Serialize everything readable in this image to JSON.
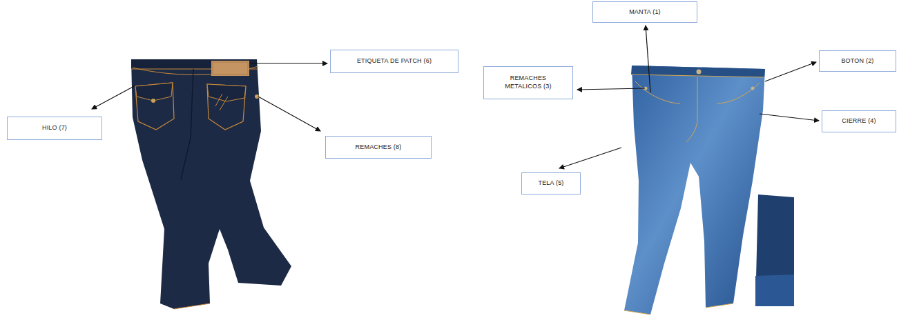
{
  "diagram": {
    "nodes": [
      {
        "text": [
          "ETIQUETA DE PATCH (6)"
        ]
      },
      {
        "text": [
          "HILO (7)"
        ]
      },
      {
        "text": [
          "REMACHES (8)"
        ]
      },
      {
        "text": [
          "MANTA (1)"
        ]
      },
      {
        "text": [
          "REMACHES METALICOS (3)"
        ]
      },
      {
        "text": [
          "BOTON (2)"
        ]
      },
      {
        "text": [
          "CIERRE (4)"
        ]
      },
      {
        "text": [
          "TELA (5)"
        ]
      }
    ]
  }
}
